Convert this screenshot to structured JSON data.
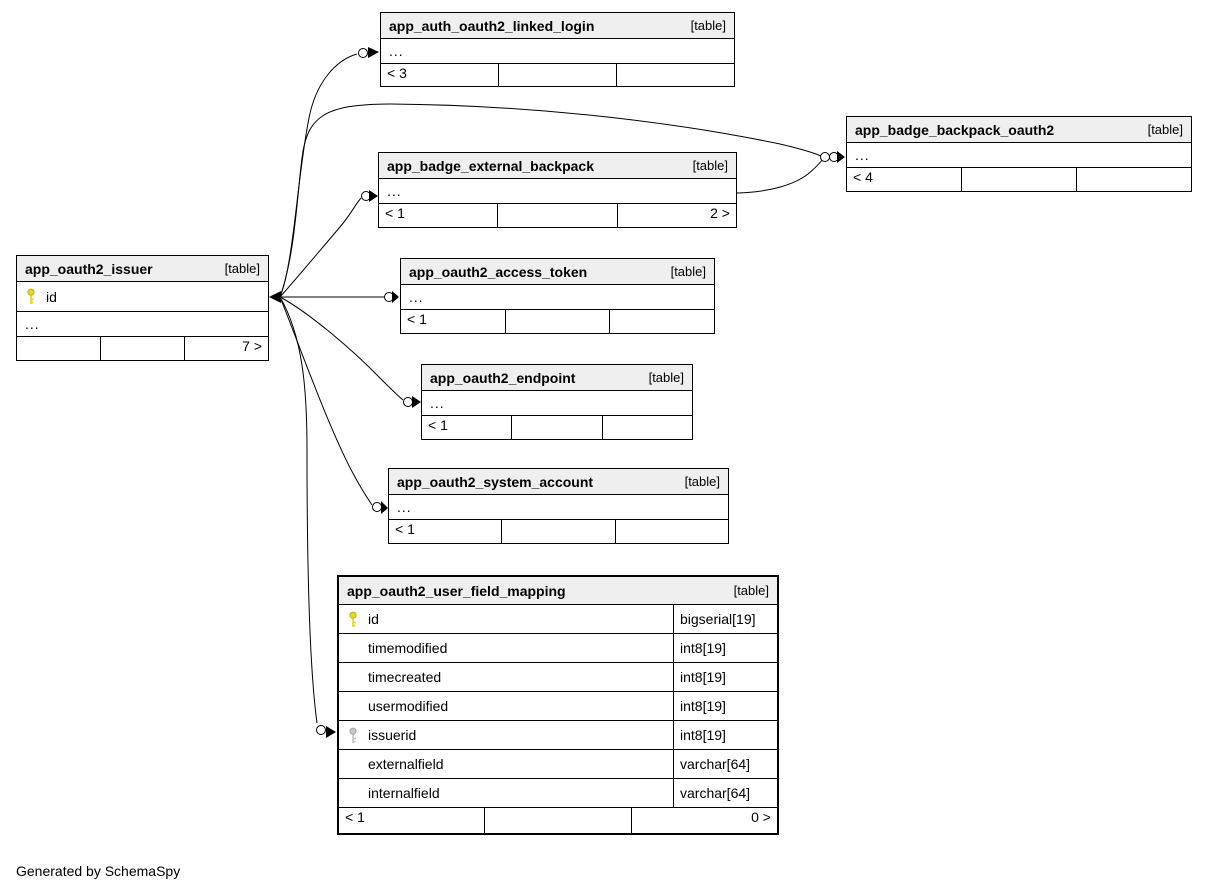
{
  "footer_note": "Generated by SchemaSpy",
  "colors": {
    "header_bg": "#efefef",
    "border": "#000000",
    "primary_key": "#e3d921",
    "foreign_key": "#c6c6c6"
  },
  "tables": {
    "linked_login": {
      "name": "app_auth_oauth2_linked_login",
      "tag": "[table]",
      "ellipsis": "...",
      "footer": {
        "c1": "< 3",
        "c2": "",
        "c3": ""
      }
    },
    "badge_backpack": {
      "name": "app_badge_backpack_oauth2",
      "tag": "[table]",
      "ellipsis": "...",
      "footer": {
        "c1": "< 4",
        "c2": "",
        "c3": ""
      }
    },
    "external_backpack": {
      "name": "app_badge_external_backpack",
      "tag": "[table]",
      "ellipsis": "...",
      "footer": {
        "c1": "< 1",
        "c2": "",
        "c3": "2 >"
      }
    },
    "issuer": {
      "name": "app_oauth2_issuer",
      "tag": "[table]",
      "pk_column": "id",
      "ellipsis": "...",
      "footer": {
        "c1": "",
        "c2": "",
        "c3": "7 >"
      }
    },
    "access_token": {
      "name": "app_oauth2_access_token",
      "tag": "[table]",
      "ellipsis": "...",
      "footer": {
        "c1": "< 1",
        "c2": "",
        "c3": ""
      }
    },
    "endpoint": {
      "name": "app_oauth2_endpoint",
      "tag": "[table]",
      "ellipsis": "...",
      "footer": {
        "c1": "< 1",
        "c2": "",
        "c3": ""
      }
    },
    "system_account": {
      "name": "app_oauth2_system_account",
      "tag": "[table]",
      "ellipsis": "...",
      "footer": {
        "c1": "< 1",
        "c2": "",
        "c3": ""
      }
    },
    "user_field_mapping": {
      "name": "app_oauth2_user_field_mapping",
      "tag": "[table]",
      "columns": [
        {
          "key": "primary",
          "name": "id",
          "type": "bigserial[19]"
        },
        {
          "key": "",
          "name": "timemodified",
          "type": "int8[19]"
        },
        {
          "key": "",
          "name": "timecreated",
          "type": "int8[19]"
        },
        {
          "key": "",
          "name": "usermodified",
          "type": "int8[19]"
        },
        {
          "key": "foreign",
          "name": "issuerid",
          "type": "int8[19]"
        },
        {
          "key": "",
          "name": "externalfield",
          "type": "varchar[64]"
        },
        {
          "key": "",
          "name": "internalfield",
          "type": "varchar[64]"
        }
      ],
      "footer": {
        "c1": "< 1",
        "c2": "",
        "c3": "0 >"
      }
    }
  },
  "edges": [
    {
      "from": "app_oauth2_issuer.id",
      "to": "app_auth_oauth2_linked_login"
    },
    {
      "from": "app_oauth2_issuer.id",
      "to": "app_badge_backpack_oauth2"
    },
    {
      "from": "app_oauth2_issuer.id",
      "to": "app_badge_external_backpack"
    },
    {
      "from": "app_oauth2_issuer.id",
      "to": "app_oauth2_access_token"
    },
    {
      "from": "app_oauth2_issuer.id",
      "to": "app_oauth2_endpoint"
    },
    {
      "from": "app_oauth2_issuer.id",
      "to": "app_oauth2_system_account"
    },
    {
      "from": "app_oauth2_issuer.id",
      "to": "app_oauth2_user_field_mapping.issuerid"
    },
    {
      "from": "app_badge_external_backpack",
      "to": "app_badge_backpack_oauth2"
    }
  ]
}
